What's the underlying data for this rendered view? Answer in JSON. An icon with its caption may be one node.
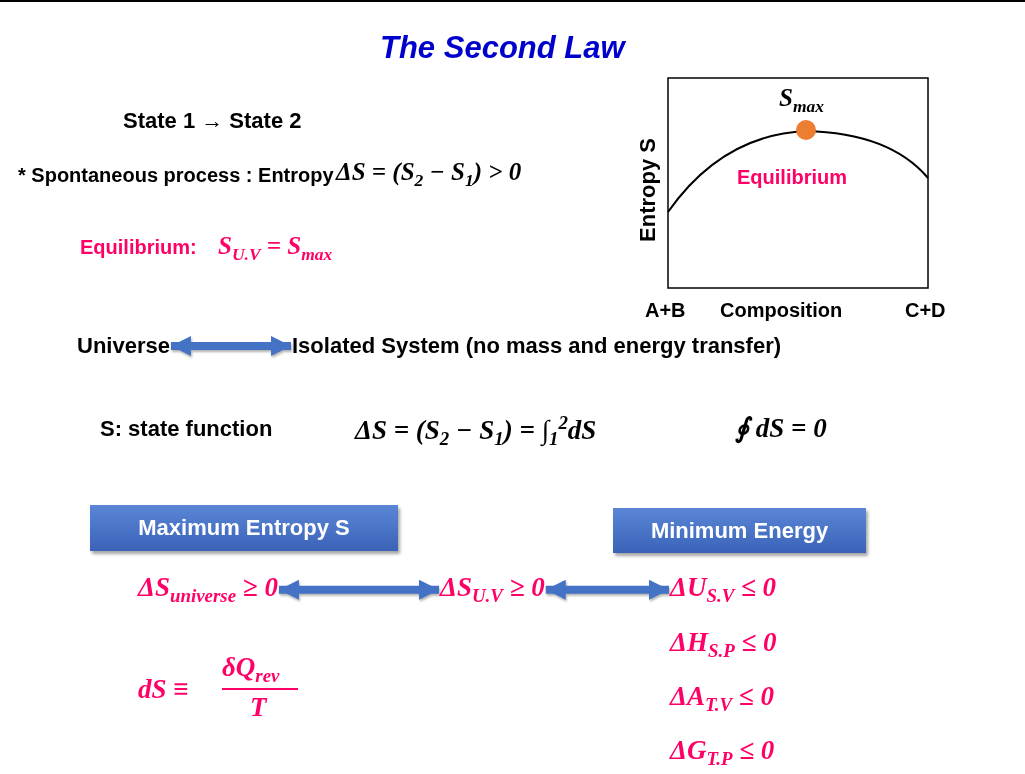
{
  "diagram": {
    "title": "The Second Law",
    "nodes": [
      {
        "text": [
          "Universe"
        ]
      },
      {
        "text": [
          "Isolated System (no mass and energy transfer)"
        ]
      },
      {
        "text": [
          "Maximum Entropy S"
        ]
      },
      {
        "text": [
          "Minimum Energy"
        ]
      },
      {
        "text": [
          "ΔS$_{universe}$ ≥ 0"
        ]
      },
      {
        "text": [
          "ΔS$_{U.V}$ ≥ 0"
        ]
      },
      {
        "text": [
          "ΔU$_{S.V}$ ≤ 0"
        ]
      }
    ],
    "edges": [
      {
        "from": 0,
        "to": 1,
        "arrow": "both"
      },
      {
        "from": 4,
        "to": 5,
        "arrow": "both"
      },
      {
        "from": 5,
        "to": 6,
        "arrow": "both"
      }
    ],
    "labels": [
      "State 1 → State 2",
      "* Spontaneous process : Entropy",
      "ΔS = (S$_{2}$ − S$_{1}$) > 0",
      "Equilibrium:",
      "S$_{U.V}$ = S$_{max}$",
      "S$_{max}$",
      "Equilibrium",
      "Entropy S",
      "A+B",
      "Composition",
      "C+D",
      "S: state function",
      "ΔS = (S$_{2}$ − S$_{1}$) = ∫$_{1}$$^{2}$dS",
      "∮ dS = 0",
      "dS ≡",
      "δQ$_{rev}$",
      "T",
      "ΔH$_{S.P}$ ≤ 0",
      "ΔA$_{T.V}$ ≤ 0",
      "ΔG$_{T.P}$ ≤ 0"
    ]
  }
}
